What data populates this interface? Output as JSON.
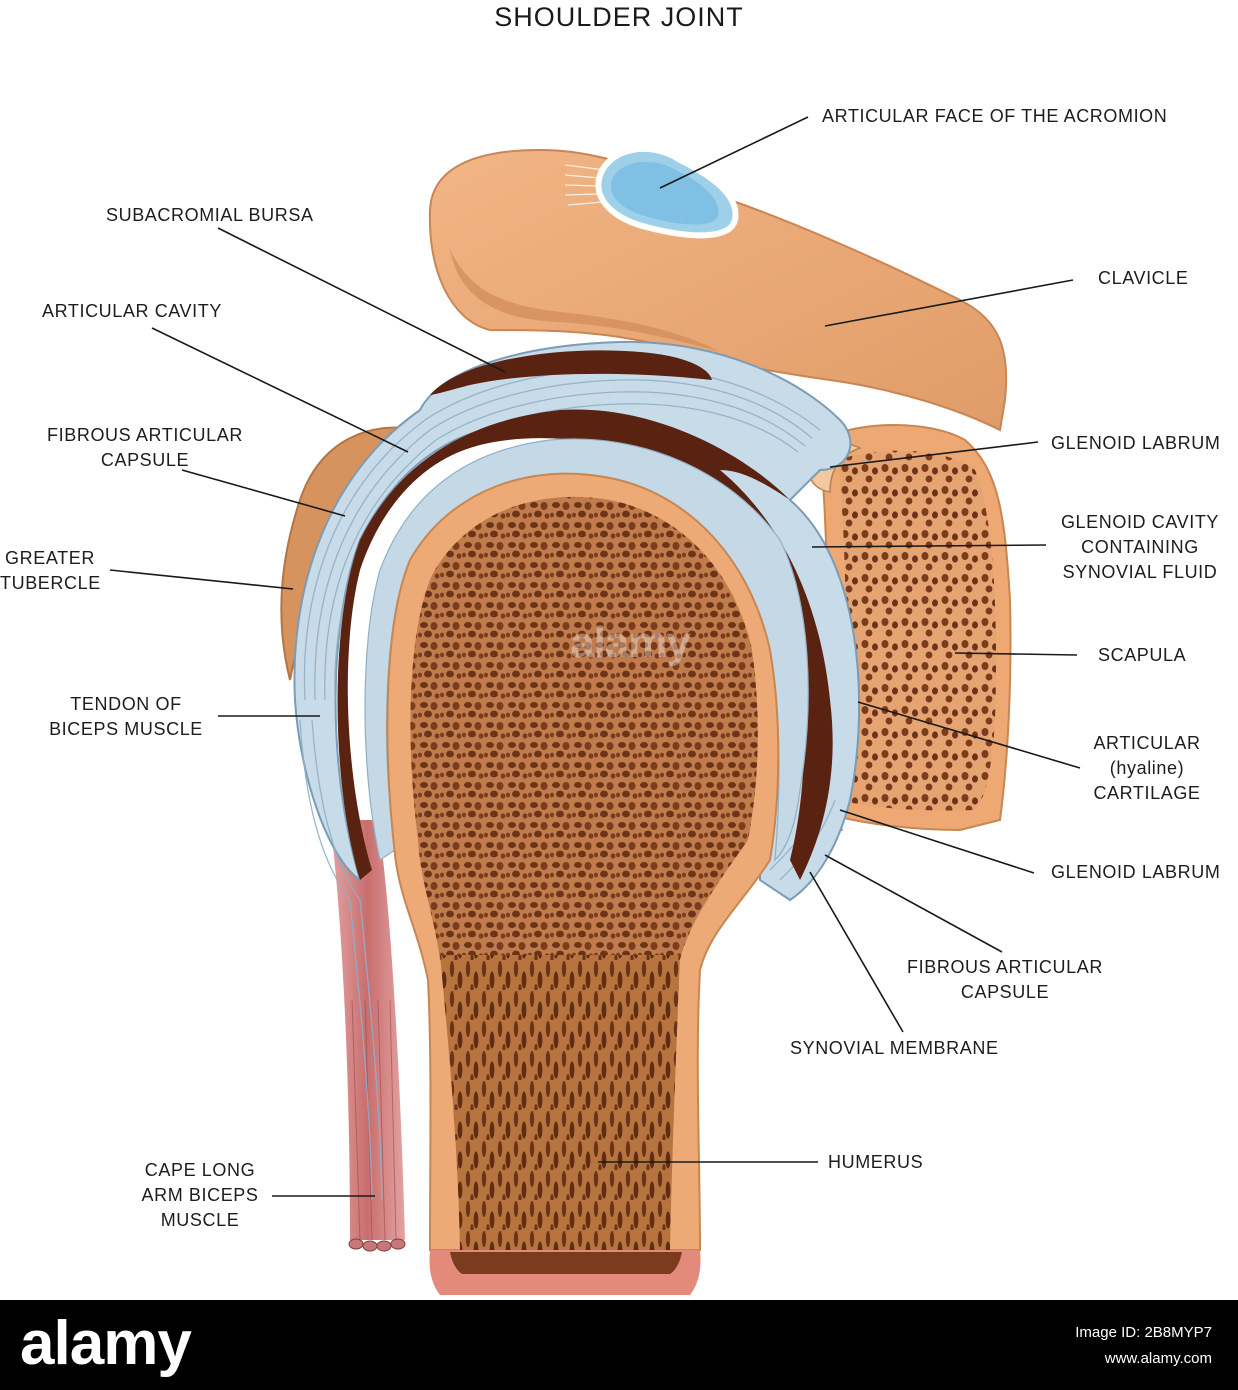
{
  "title": "SHOULDER JOINT",
  "labels": {
    "acromion_face": "ARTICULAR FACE OF THE ACROMION",
    "subacromial_bursa": "SUBACROMIAL BURSA",
    "clavicle": "CLAVICLE",
    "articular_cavity": "ARTICULAR CAVITY",
    "fibrous_capsule_left": [
      "FIBROUS ARTICULAR",
      "CAPSULE"
    ],
    "glenoid_labrum_top": "GLENOID LABRUM",
    "greater_tubercle": [
      "GREATER",
      "TUBERCLE"
    ],
    "glenoid_cavity": [
      "GLENOID CAVITY",
      "CONTAINING",
      "SYNOVIAL FLUID"
    ],
    "scapula": "SCAPULA",
    "tendon_biceps": [
      "TENDON OF",
      "BICEPS MUSCLE"
    ],
    "articular_cartilage": [
      "ARTICULAR",
      "(hyaline)",
      "CARTILAGE"
    ],
    "glenoid_labrum_bottom": "GLENOID LABRUM",
    "fibrous_capsule_right": [
      "FIBROUS ARTICULAR",
      "CAPSULE"
    ],
    "synovial_membrane": "SYNOVIAL MEMBRANE",
    "humerus": "HUMERUS",
    "cape_long_arm": [
      "CAPE LONG",
      "ARM BICEPS",
      "MUSCLE"
    ]
  },
  "watermark": "alamy",
  "footer": {
    "logo": "alamy",
    "image_id": "Image ID: 2B8MYP7",
    "site": "www.alamy.com"
  },
  "colors": {
    "bone_outer": "#e8a874",
    "bone_spongy": "#b06a3c",
    "bone_pores": "#6b3418",
    "cartilage": "#c4d8e6",
    "capsule_lines": "#8fb0c8",
    "synovial_fluid": "#5a2210",
    "muscle": "#d98a8a"
  }
}
